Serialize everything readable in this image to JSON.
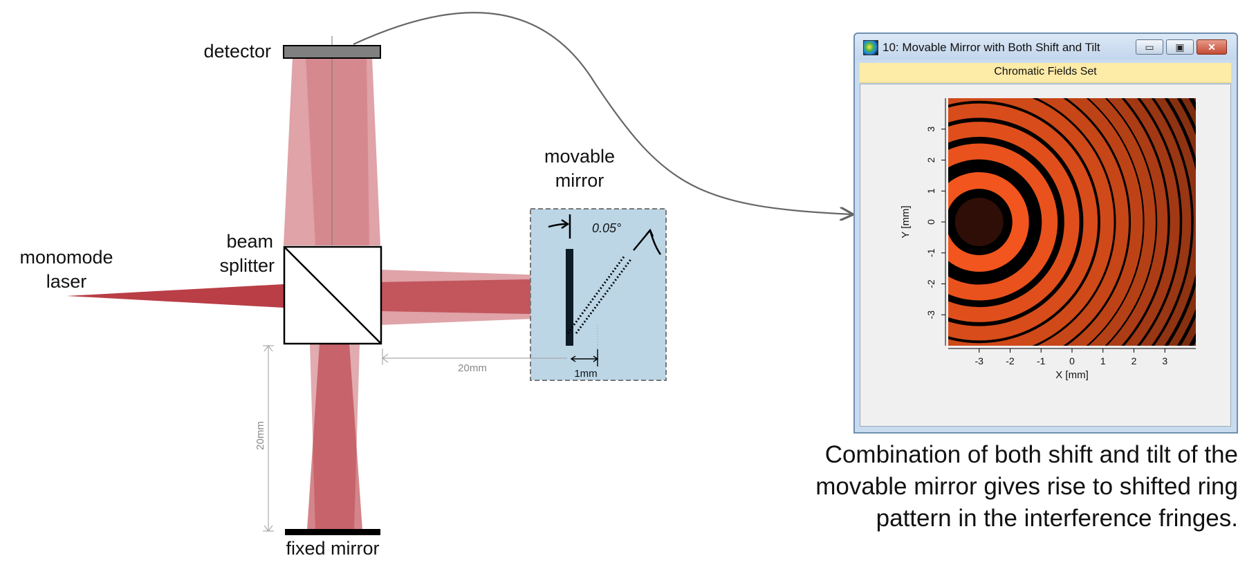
{
  "diagram": {
    "labels": {
      "detector": "detector",
      "movable_mirror_line1": "movable",
      "movable_mirror_line2": "mirror",
      "beam_splitter_line1": "beam",
      "beam_splitter_line2": "splitter",
      "laser_line1": "monomode",
      "laser_line2": "laser",
      "fixed_mirror": "fixed mirror",
      "tilt_angle": "0.05°",
      "dim_horizontal": "20mm",
      "dim_vertical": "20mm",
      "dim_shift": "1mm"
    },
    "colors": {
      "beam_dark": "#b5343c",
      "beam_light": "#c45860",
      "mirror_box_fill": "#bcd6e6",
      "detector_fill": "#808080",
      "connector": "#666666"
    }
  },
  "window": {
    "title": "10: Movable Mirror with Both Shift and Tilt",
    "banner": "Chromatic Fields Set",
    "buttons": {
      "minimize": "▭",
      "maximize": "▣",
      "close": "✕"
    },
    "icon": "colormap-app-icon",
    "plot": {
      "x_label": "X [mm]",
      "y_label": "Y [mm]",
      "x_ticks": [
        "-3",
        "-2",
        "-1",
        "0",
        "1",
        "2",
        "3"
      ],
      "y_ticks": [
        "3",
        "2",
        "1",
        "0",
        "-1",
        "-2",
        "-3"
      ],
      "xlim": [
        -4,
        4
      ],
      "ylim": [
        -4,
        4
      ],
      "colormap": [
        "#000000",
        "#ff5a1f"
      ]
    }
  },
  "caption": {
    "line1": "Combination of both shift and tilt of the",
    "line2": "movable mirror gives rise to shifted ring",
    "line3": "pattern in the interference fringes."
  }
}
